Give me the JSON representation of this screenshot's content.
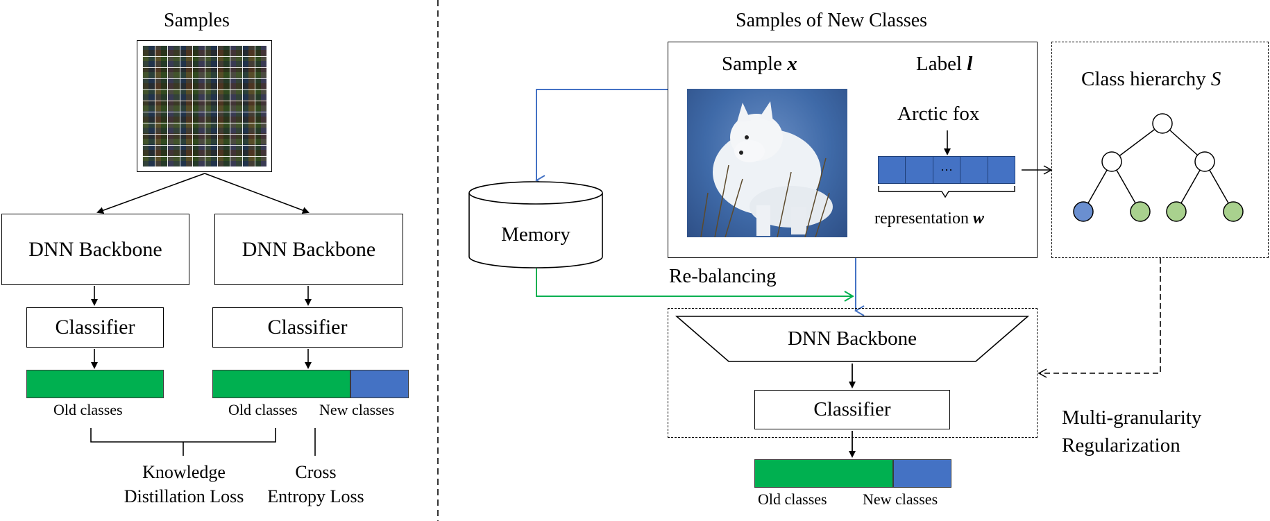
{
  "left": {
    "samples_title": "Samples",
    "backbone_left": "DNN Backbone",
    "backbone_right": "DNN Backbone",
    "classifier_left": "Classifier",
    "classifier_right": "Classifier",
    "old_classes_left": "Old classes",
    "old_classes_right": "Old classes",
    "new_classes_right": "New classes",
    "kd_loss_line1": "Knowledge",
    "kd_loss_line2": "Distillation Loss",
    "ce_loss_line1": "Cross",
    "ce_loss_line2": "Entropy Loss"
  },
  "right": {
    "samples_title": "Samples of New Classes",
    "sample_label": "Sample",
    "sample_symbol": "x",
    "label_label": "Label",
    "label_symbol": "l",
    "arctic_fox": "Arctic fox",
    "ellipsis": "···",
    "representation_label": "representation",
    "representation_symbol": "w",
    "class_hierarchy_label": "Class hierarchy",
    "class_hierarchy_symbol": "S",
    "memory": "Memory",
    "rebalancing": "Re-balancing",
    "backbone": "DNN Backbone",
    "classifier": "Classifier",
    "old_classes": "Old classes",
    "new_classes": "New classes",
    "mg_line1": "Multi-granularity",
    "mg_line2": "Regularization"
  },
  "colors": {
    "green": "#00b050",
    "blue": "#4472c4",
    "blue_node": "#6a8fd0",
    "green_node": "#a9d18e",
    "arrow_blue": "#4472c4",
    "arrow_green": "#00b050"
  }
}
